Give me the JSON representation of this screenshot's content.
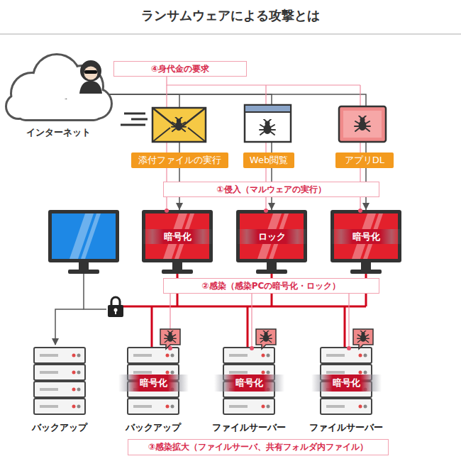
{
  "diagram": {
    "title": "ランサムウェアによる攻撃とは",
    "nodes": [
      {
        "text": [
          "インターネット"
        ]
      },
      {
        "text": [
          "④身代金の要求"
        ]
      },
      {
        "text": [
          "添付ファイルの実行"
        ]
      },
      {
        "text": [
          "Web閲覧"
        ]
      },
      {
        "text": [
          "アプリDL"
        ]
      },
      {
        "text": [
          "①侵入（マルウェアの実行）"
        ]
      },
      {
        "text": [
          "暗号化"
        ]
      },
      {
        "text": [
          "ロック"
        ]
      },
      {
        "text": [
          "暗号化"
        ]
      },
      {
        "text": [
          "②感染（感染PCの暗号化・ロック）"
        ]
      },
      {
        "text": [
          "バックアップ"
        ]
      },
      {
        "text": [
          "暗号化",
          "バックアップ"
        ]
      },
      {
        "text": [
          "暗号化",
          "ファイルサーバー"
        ]
      },
      {
        "text": [
          "暗号化",
          "ファイルサーバー"
        ]
      },
      {
        "text": [
          "③感染拡大（ファイルサーバ、共有フォルダ内ファイル）"
        ]
      }
    ],
    "edges": [
      {
        "from": 0,
        "to": 6,
        "arrow": "to"
      },
      {
        "from": 0,
        "to": 7,
        "arrow": "to"
      },
      {
        "from": 0,
        "to": 8,
        "arrow": "to"
      }
    ]
  }
}
